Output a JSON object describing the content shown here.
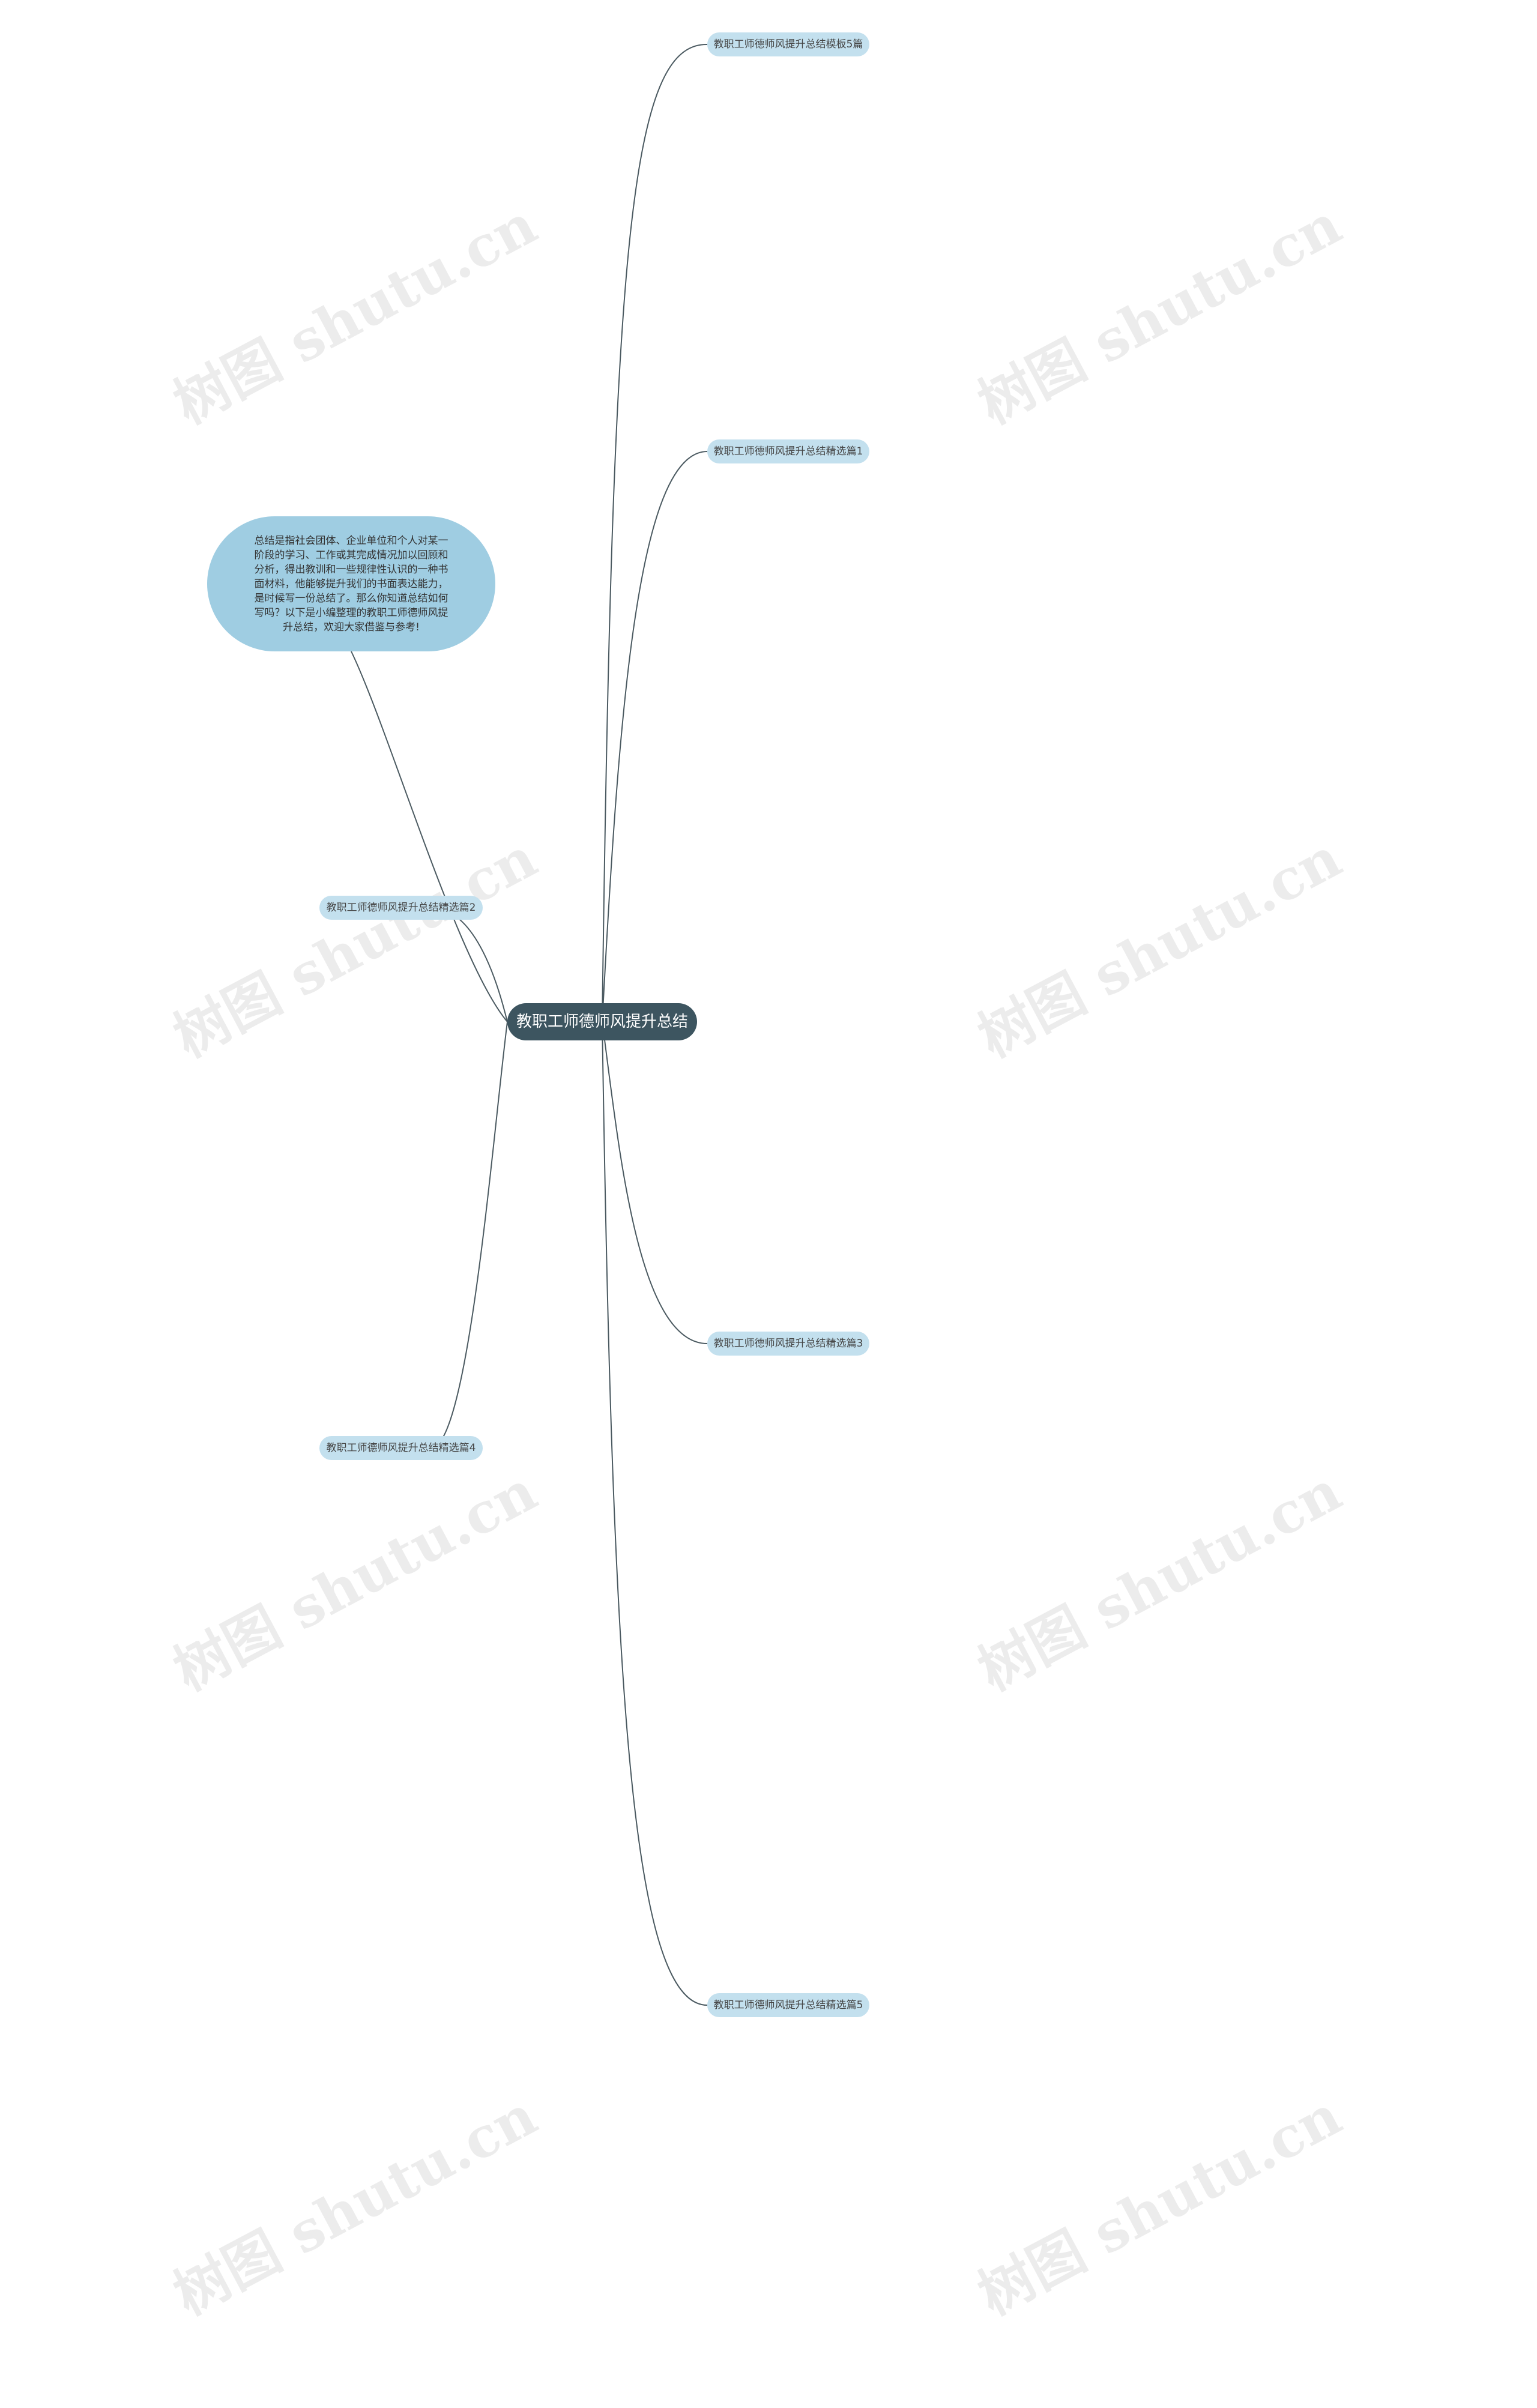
{
  "root": "教职工师德师风提升总结",
  "intro": "总结是指社会团体、企业单位和个人对某一阶段的学习、工作或其完成情况加以回顾和分析，得出教训和一些规律性认识的一种书面材料，他能够提升我们的书面表达能力，是时候写一份总结了。那么你知道总结如何写吗？以下是小编整理的教职工师德师风提升总结，欢迎大家借鉴与参考!",
  "branches": {
    "template": "教职工师德师风提升总结模板5篇",
    "b1": "教职工师德师风提升总结精选篇1",
    "b2": "教职工师德师风提升总结精选篇2",
    "b3": "教职工师德师风提升总结精选篇3",
    "b4": "教职工师德师风提升总结精选篇4",
    "b5": "教职工师德师风提升总结精选篇5"
  },
  "watermark": "树图 shutu.cn",
  "colors": {
    "root_bg": "#3d5560",
    "branch_bg": "#c3e0ee",
    "intro_bg": "#9fcde2",
    "edge": "#4b5a61"
  }
}
